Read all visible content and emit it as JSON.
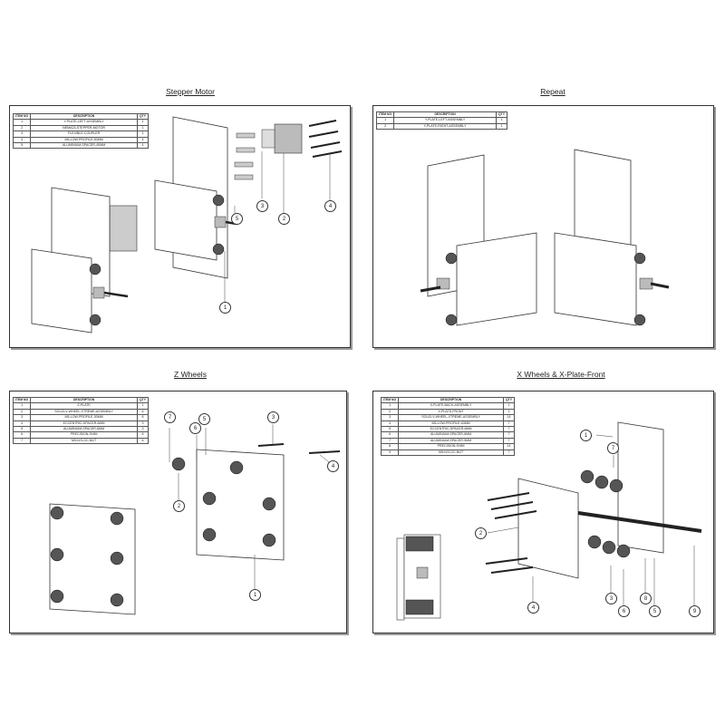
{
  "panels": [
    {
      "id": "stepper",
      "title": "Stepper Motor",
      "headers": [
        "ITEM NO",
        "DESCRIPTION",
        "QTY"
      ],
      "rows": [
        [
          "1",
          "Y-PLATE-LEFT-ASSEMBLY",
          "1"
        ],
        [
          "2",
          "NEMA23-STEPPER-MOTOR",
          "1"
        ],
        [
          "3",
          "FLEXIBLE-COUPLER",
          "1"
        ],
        [
          "4",
          "M5-LOW-PROFILE-50MM",
          "4"
        ],
        [
          "5",
          "ALUMINIUM-SPACER-40MM",
          "4"
        ]
      ],
      "callouts": [
        "1",
        "2",
        "3",
        "4",
        "5"
      ]
    },
    {
      "id": "repeat",
      "title": "Repeat",
      "headers": [
        "ITEM NO",
        "DESCRIPTION",
        "QTY"
      ],
      "rows": [
        [
          "1",
          "Y-PLATE-LEFT-ASSEMBLY",
          "1"
        ],
        [
          "2",
          "Y-PLATE-RIGHT-ASSEMBLY",
          "1"
        ]
      ],
      "callouts": []
    },
    {
      "id": "zwheels",
      "title": "Z Wheels",
      "headers": [
        "ITEM NO",
        "DESCRIPTION",
        "QTY"
      ],
      "rows": [
        [
          "1",
          "Z-PLATE",
          "1"
        ],
        [
          "2",
          "SOLID-V-WHEEL-XTREME-ASSEMBLY",
          "6"
        ],
        [
          "3",
          "M5-LOW-PROFILE-30MM",
          "6"
        ],
        [
          "4",
          "ECCENTRIC-SPACER-6MM",
          "3"
        ],
        [
          "5",
          "ALUMINIUM-SPACER-6MM",
          "3"
        ],
        [
          "6",
          "PRECISION-SHIM",
          "6"
        ],
        [
          "7",
          "M5-NYLOC-NUT",
          "6"
        ]
      ],
      "callouts": [
        "1",
        "2",
        "3",
        "4",
        "5",
        "6",
        "7"
      ]
    },
    {
      "id": "xwheels",
      "title": "X Wheels & X-Plate-Front",
      "headers": [
        "ITEM NO",
        "DESCRIPTION",
        "QTY"
      ],
      "rows": [
        [
          "1",
          "X-PLATE-BACK-ASSEMBLY",
          "1"
        ],
        [
          "2",
          "X-PLATE-FRONT",
          "1"
        ],
        [
          "3",
          "SOLID-V-WHEEL-XTREME-ASSEMBLY",
          "14"
        ],
        [
          "4",
          "M5-LOW-PROFILE-40MM",
          "7"
        ],
        [
          "5",
          "ECCENTRIC-SPACER-6MM",
          "7"
        ],
        [
          "6",
          "ALUMINIUM-SPACER-6MM",
          "7"
        ],
        [
          "7",
          "ALUMINIUM-SPACER-9MM",
          "7"
        ],
        [
          "8",
          "PRECISION-SHIM",
          "14"
        ],
        [
          "9",
          "M5-NYLOC-NUT",
          "7"
        ]
      ],
      "callouts": [
        "1",
        "7",
        "2",
        "4",
        "3",
        "6",
        "8",
        "5",
        "9"
      ]
    }
  ]
}
